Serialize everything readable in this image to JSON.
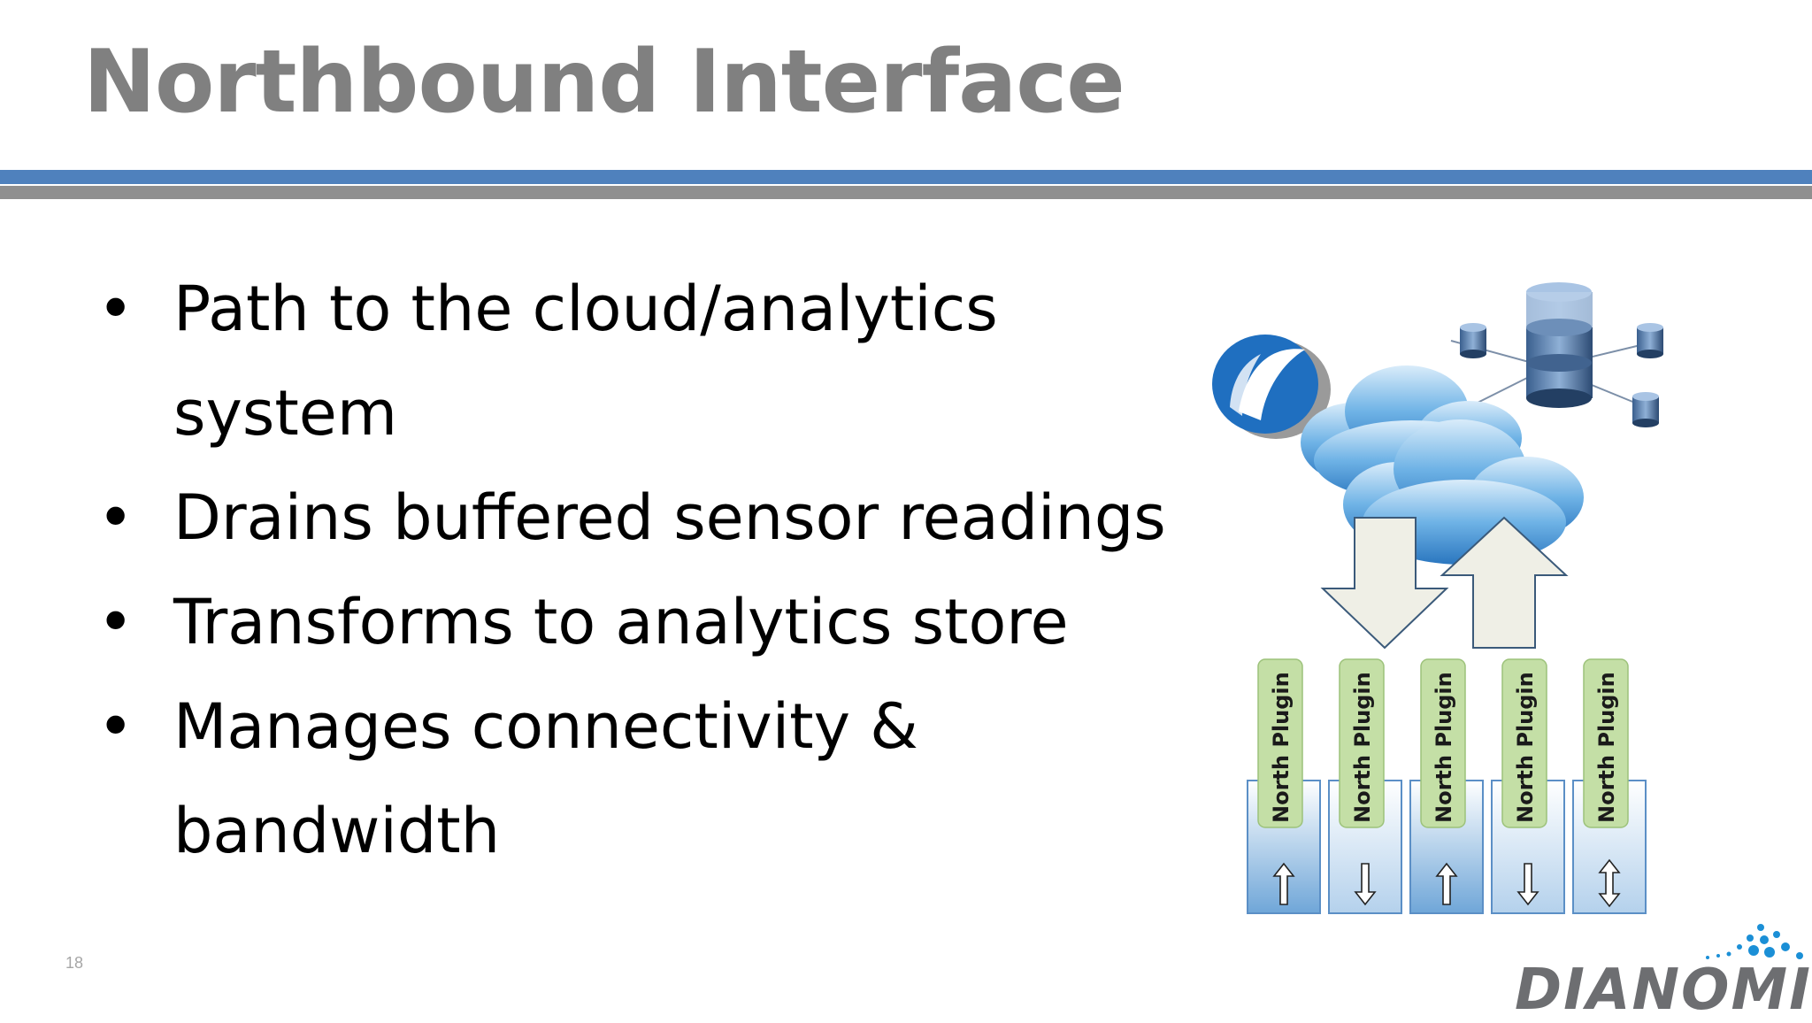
{
  "slide": {
    "title": "Northbound Interface",
    "page_number": "18"
  },
  "bullets": [
    {
      "line1": "Path to the cloud/analytics",
      "line2": "system"
    },
    {
      "line1": "Drains buffered sensor readings",
      "line2": ""
    },
    {
      "line1": "Transforms to analytics store",
      "line2": ""
    },
    {
      "line1": "Manages connectivity &",
      "line2": "bandwidth"
    }
  ],
  "diagram": {
    "plugin_label": "North Plugin",
    "plugins": [
      {
        "arrow": "up"
      },
      {
        "arrow": "down"
      },
      {
        "arrow": "up"
      },
      {
        "arrow": "down"
      },
      {
        "arrow": "both"
      }
    ]
  },
  "logo": {
    "text": "DIANOMIC"
  },
  "colors": {
    "title_gray": "#808080",
    "rule_blue": "#4f81bd",
    "rule_gray": "#8f8f8f",
    "plugin_green": "#c4dfa6",
    "logo_blue": "#1b8fd6",
    "logo_gray": "#6d6e71"
  }
}
